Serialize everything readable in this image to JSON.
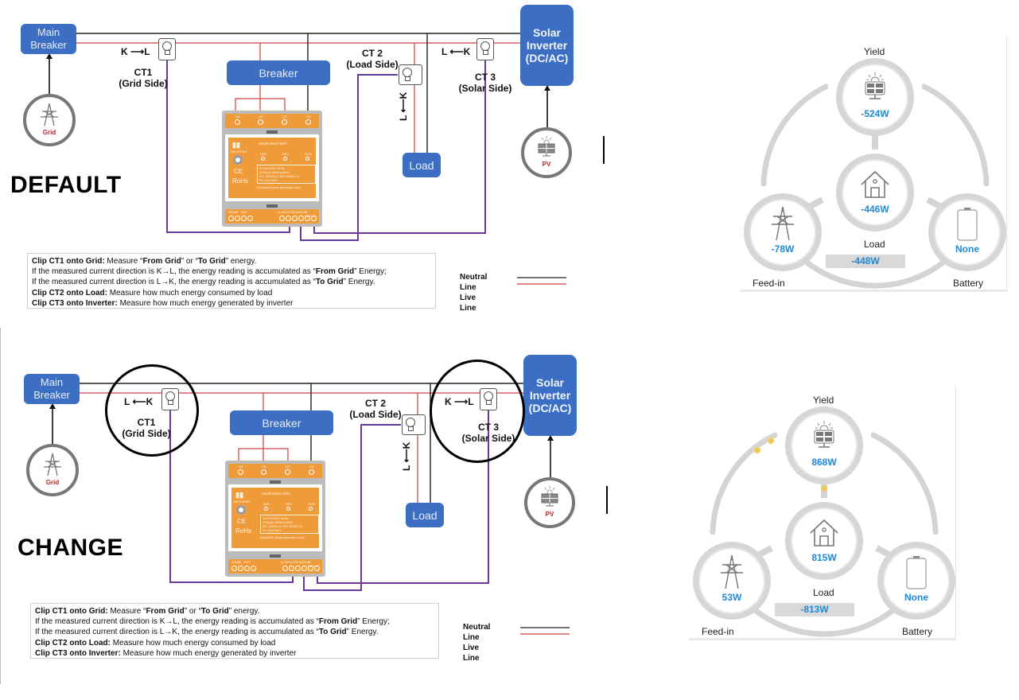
{
  "sections": [
    {
      "id": "default",
      "title": "DEFAULT",
      "diagram": {
        "main_breaker": "Main\nBreaker",
        "breaker": "Breaker",
        "load": "Load",
        "inverter": "Solar\nInverter\n(DC/AC)",
        "grid_label": "Grid",
        "pv_label": "PV",
        "ct1": {
          "name": "CT1",
          "side": "(Grid Side)",
          "from": "K",
          "to": "L",
          "arrow": "→",
          "text": "K ⟶L"
        },
        "ct2": {
          "name": "CT 2",
          "side": "(Load Side)",
          "text": "L ⟵K"
        },
        "ct3": {
          "name": "CT 3",
          "side": "(Solar Side)",
          "text": "L ⟵K"
        },
        "highlight_ct1": false,
        "highlight_ct3": false
      },
      "dashboard": {
        "yield": {
          "label": "Yield",
          "value": "-524W"
        },
        "load": {
          "label": "Load",
          "value": "-446W",
          "total": "-448W"
        },
        "feedin": {
          "label": "Feed-in",
          "value": "-78W"
        },
        "battery": {
          "label": "Battery",
          "value": "None"
        },
        "flow_active": false
      }
    },
    {
      "id": "change",
      "title": "CHANGE",
      "diagram": {
        "main_breaker": "Main\nBreaker",
        "breaker": "Breaker",
        "load": "Load",
        "inverter": "Solar\nInverter\n(DC/AC)",
        "grid_label": "Grid",
        "pv_label": "PV",
        "ct1": {
          "name": "CT1",
          "side": "(Grid Side)",
          "text": "L ⟵K"
        },
        "ct2": {
          "name": "CT 2",
          "side": "(Load Side)",
          "text": "L ⟵K"
        },
        "ct3": {
          "name": "CT 3",
          "side": "(Solar Side)",
          "text": "K ⟶L"
        },
        "highlight_ct1": true,
        "highlight_ct3": true
      },
      "dashboard": {
        "yield": {
          "label": "Yield",
          "value": "868W"
        },
        "load": {
          "label": "Load",
          "value": "815W",
          "total": "-813W"
        },
        "feedin": {
          "label": "Feed-in",
          "value": "53W"
        },
        "battery": {
          "label": "Battery",
          "value": "None"
        },
        "flow_active": true
      }
    }
  ],
  "meter": {
    "model": "Model:Meter-WiFi",
    "brand": "DEVIDEBIT",
    "ce": "CE",
    "rohs": "RoHs",
    "leds": [
      "WIFI",
      "REV",
      "RUN"
    ],
    "spec": [
      "3X230/400V  50Hz",
      "3X5(6)A  800imp/kWh",
      "IEC 62053-21  IEC 62052-11",
      "RL-MSFWiFi"
    ],
    "footer": "DeviceBit (www.iammeter.com)",
    "top_terminals": [
      "UA",
      "UB",
      "UC",
      "UN"
    ],
    "bottom_terminals": [
      "RS485",
      "EXT",
      "IA IN/OUT",
      "IB IN/OUT",
      "IC IN/OUT"
    ]
  },
  "notes": {
    "l1_bold": "Clip CT1 onto Grid:",
    "l1_a": " Measure “",
    "l1_b": "From Grid",
    "l1_c": "” or “",
    "l1_d": "To Grid",
    "l1_e": "” energy.",
    "l2_a": "If the measured current direction is K→L, the energy reading is accumulated as “",
    "l2_b": "From Grid",
    "l2_c": "” Energy;",
    "l3_a": "If the measured current direction is L→K, the energy reading is accumulated as “",
    "l3_b": "To Grid",
    "l3_c": "” Energy.",
    "l4_bold": "Clip CT2 onto Load:",
    "l4": " Measure how much energy consumed by load",
    "l5_bold": "Clip CT3 onto Inverter:",
    "l5": " Measure how much energy generated by inverter"
  },
  "legend": {
    "neutral": "Neutral Line",
    "live": "Live Line",
    "neutral_color": "#222222",
    "live_color": "#d04040"
  },
  "colors": {
    "box_blue": "#3c6fc4",
    "ct_wire": "#6a3a9a",
    "meter_orange": "#ef9b3a",
    "value_blue": "#1e8ad6",
    "flow_dot": "#f2c94c"
  }
}
